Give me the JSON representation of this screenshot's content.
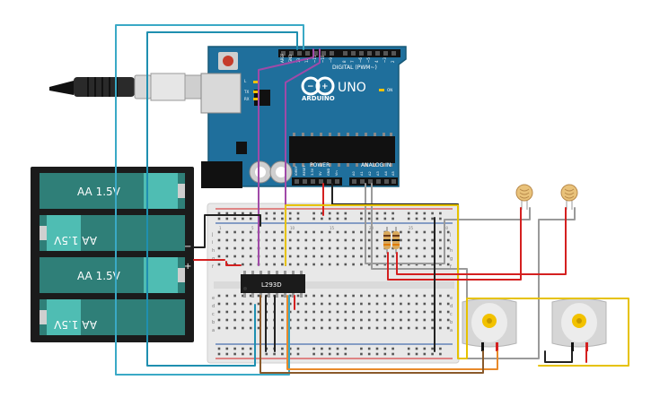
{
  "arduino": {
    "brand": "ARDUINO",
    "model": "UNO",
    "digital_label": "DIGITAL (PWM~)",
    "power_label": "POWER",
    "analog_label": "ANALOG IN",
    "on_label": "ON",
    "l_label": "L",
    "tx_label": "TX",
    "rx_label": "RX",
    "pin_aref": "AREF",
    "pin_gnd": "GND",
    "pin_13": "13",
    "pin_12": "12",
    "pin_11": "~11",
    "pin_10": "~10",
    "pin_9": "~9",
    "pin_8": "8",
    "pin_7": "7",
    "pin_6": "~6",
    "pin_5": "~5",
    "pin_4": "4",
    "pin_3": "~3",
    "pin_2": "2",
    "pin_1": "TX 1",
    "pin_0": "RX 0",
    "pin_ioref": "IOREF",
    "pin_reset": "RESET",
    "pin_3v3": "3.3V",
    "pin_5v": "5V",
    "pin_gnd2": "GND",
    "pin_vin": "Vin",
    "pin_a0": "A0",
    "pin_a1": "A1",
    "pin_a2": "A2",
    "pin_a3": "A3",
    "pin_a4": "A4",
    "pin_a5": "A5"
  },
  "battery": {
    "cells": [
      "AA 1.5V",
      "AA 1.5V",
      "AA 1.5V",
      "AA 1.5V"
    ],
    "minus": "−",
    "plus": "+"
  },
  "chip": {
    "label": "L293D"
  },
  "breadboard": {
    "row_letters_top": [
      "j",
      "i",
      "h",
      "g",
      "f"
    ],
    "row_letters_bottom": [
      "e",
      "d",
      "c",
      "b",
      "a"
    ],
    "col_numbers": [
      "1",
      "5",
      "10",
      "15",
      "20",
      "25",
      "30"
    ]
  },
  "colors": {
    "arduino_blue": "#1f6f9c",
    "battery_teal": "#2f7f78",
    "wire_cyan": "#3aa9c6",
    "wire_red": "#d42020",
    "wire_black": "#222222",
    "wire_yellow": "#e6c200",
    "wire_gray": "#9a9a9a",
    "wire_orange": "#e8892a",
    "wire_purple": "#a04aa8",
    "wire_brown": "#8a5a2b"
  }
}
